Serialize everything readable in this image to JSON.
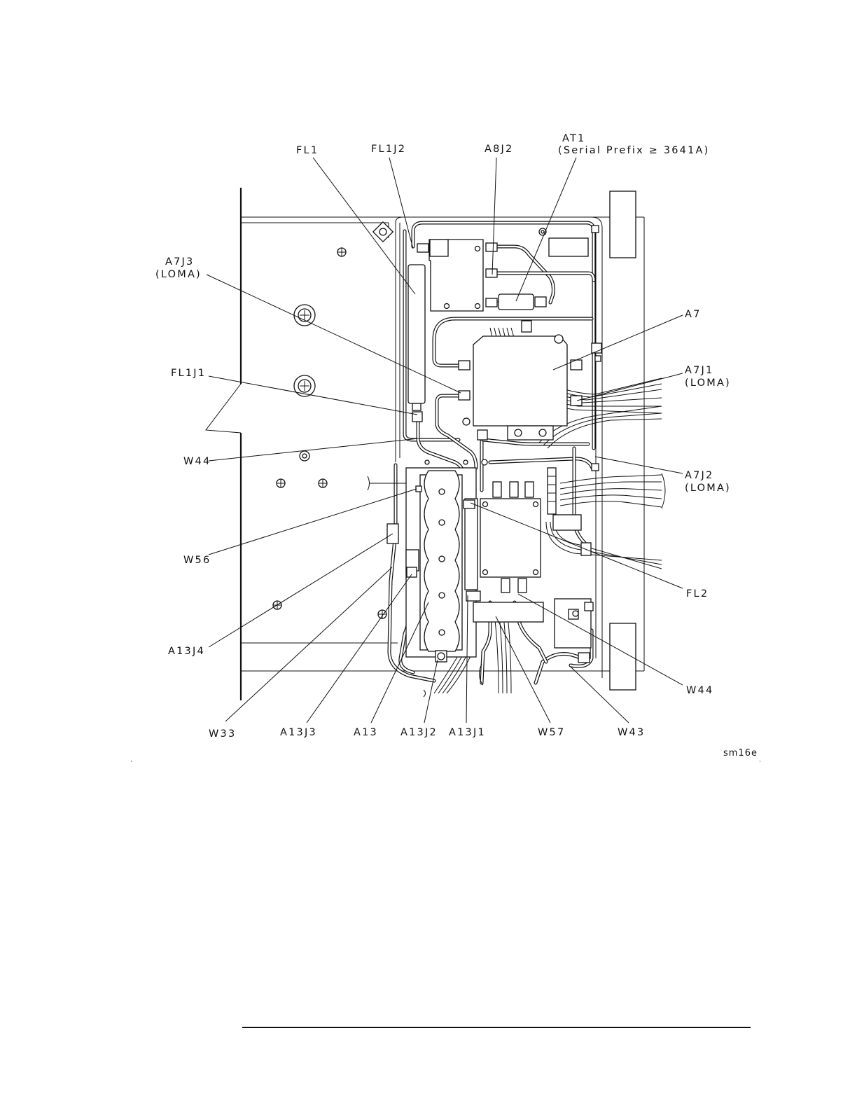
{
  "figure_id": "sm16e",
  "callouts": {
    "fl1": "FL1",
    "fl1j2": "FL1J2",
    "a8j2": "A8J2",
    "at1": "AT1",
    "at1_note": "(Serial Prefix ≥ 3641A)",
    "a7j3": "A7J3",
    "a7j3_note": "(LOMA)",
    "a7": "A7",
    "a7j1": "A7J1",
    "a7j1_note": "(LOMA)",
    "fl1j1": "FL1J1",
    "w44_left": "W44",
    "a7j2": "A7J2",
    "a7j2_note": "(LOMA)",
    "w56": "W56",
    "fl2": "FL2",
    "a13j4": "A13J4",
    "w44_right": "W44",
    "w33": "W33",
    "a13j3": "A13J3",
    "a13": "A13",
    "a13j2": "A13J2",
    "a13j1": "A13J1",
    "w57": "W57",
    "w43": "W43"
  }
}
